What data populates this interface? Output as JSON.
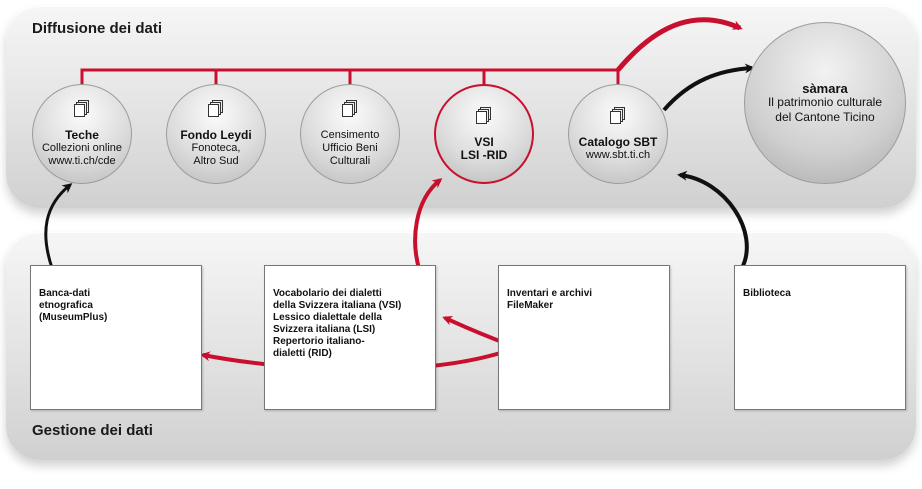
{
  "top_panel": {
    "title": "Diffusione dei dati"
  },
  "bottom_panel": {
    "title": "Gestione dei dati"
  },
  "sources": [
    {
      "icon": "document-stack-icon",
      "title": "Teche",
      "lines": [
        "Collezioni online",
        "www.ti.ch/cde"
      ]
    },
    {
      "icon": "document-stack-icon",
      "title": "Fondo Leydi",
      "lines": [
        "Fonoteca,",
        "Altro Sud"
      ]
    },
    {
      "icon": "document-stack-icon",
      "title": "",
      "lines": [
        "Censimento",
        "Ufficio Beni",
        "Culturali"
      ]
    },
    {
      "icon": "document-stack-icon",
      "title": "VSI",
      "lines": [
        "LSI -RID"
      ]
    },
    {
      "icon": "document-stack-icon",
      "title": "Catalogo SBT",
      "lines": [
        "www.sbt.ti.ch"
      ]
    }
  ],
  "portal": {
    "title": "sàmara",
    "lines": [
      "Il patrimonio culturale",
      "del Cantone Ticino"
    ]
  },
  "databases": [
    {
      "text": "Banca-dati\netnografica\n(MuseumPlus)"
    },
    {
      "text": "Vocabolario dei dialetti\ndella Svizzera italiana (VSI)\nLessico dialettale della\nSvizzera italiana (LSI)\nRepertorio italiano-\ndialetti (RID)"
    },
    {
      "text": "Inventari e archivi\nFileMaker"
    },
    {
      "text": "Biblioteca"
    }
  ],
  "colors": {
    "accent": "#c8102e",
    "arrow_dark": "#111111"
  }
}
